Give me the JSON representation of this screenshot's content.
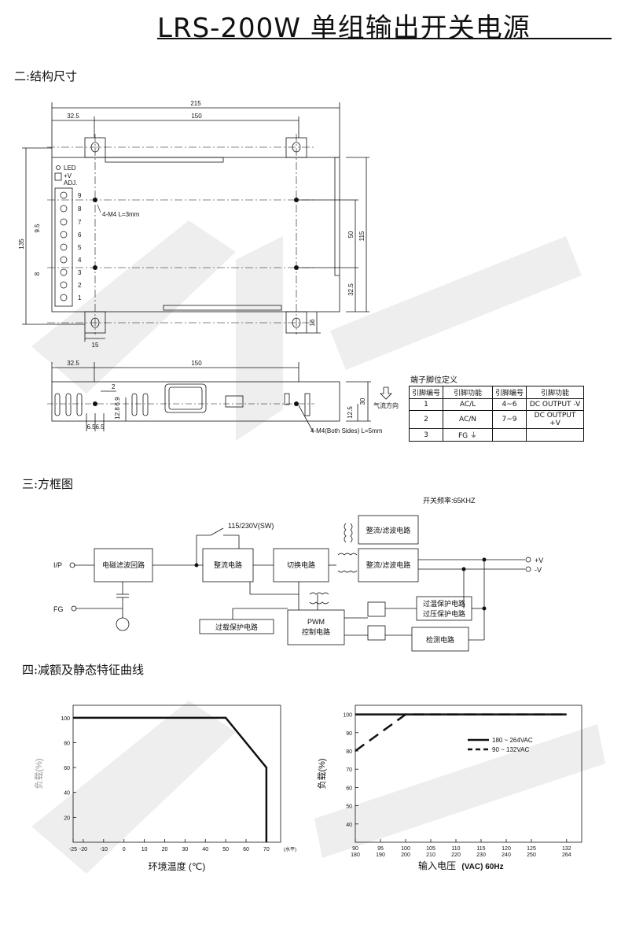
{
  "title": "LRS-200W  单组输出开关电源",
  "sections": {
    "structure": "二:结构尺寸",
    "block": "三:方框图",
    "derating": "四:减额及静态特征曲线"
  },
  "dims": {
    "d215": "215",
    "d32_5": "32.5",
    "d150": "150",
    "d135": "135",
    "d115": "115",
    "d50": "50",
    "d32_5b": "32.5",
    "d16": "16",
    "d15": "15",
    "d9_5": "9.5",
    "d8": "8",
    "m4": "4-M4 L=3mm",
    "led": "LED",
    "plusv": "+V",
    "adj": "ADJ.",
    "side32_5": "32.5",
    "side150": "150",
    "d2": "2",
    "d6_9": "6.9",
    "d12_8": "12.8",
    "d6_5a": "6.5",
    "d6_5b": "6.5",
    "d12_5": "12.5",
    "d30": "30",
    "m4both": "4-M4(Both Sides) L=5mm",
    "airflow": "气流方向",
    "terminals": [
      "9",
      "8",
      "7",
      "6",
      "5",
      "4",
      "3",
      "2",
      "1"
    ]
  },
  "pin_table": {
    "caption": "端子脚位定义",
    "headers": [
      "引脚编号",
      "引脚功能",
      "引脚编号",
      "引脚功能"
    ],
    "rows": [
      [
        "1",
        "AC/L",
        "4~6",
        "DC OUTPUT -V"
      ],
      [
        "2",
        "AC/N",
        "7~9",
        "DC OUTPUT +V"
      ],
      [
        "3",
        "FG ⏚",
        "",
        ""
      ]
    ]
  },
  "block_diagram": {
    "freq": "开关频率:65KHZ",
    "ip": "I/P",
    "fg": "FG",
    "sw": "115/230V(SW)",
    "emi": "电磁滤波回路",
    "rect1": "整流电路",
    "switch": "切换电路",
    "rect_top": "整流/滤波电路",
    "rect_main": "整流/滤波电路",
    "plus": "+V",
    "minus": "-V",
    "otp": "过温保护电路",
    "ovp": "过压保护电路",
    "olp": "过载保护电路",
    "pwm1": "PWM",
    "pwm2": "控制电路",
    "detect": "检测电路"
  },
  "chart_data": [
    {
      "type": "line",
      "ylabel": "负载(%)",
      "xlabel": "环境温度 (℃)",
      "x_ticks": [
        "-25",
        "-20",
        "-10",
        "0",
        "10",
        "20",
        "30",
        "40",
        "50",
        "60",
        "70"
      ],
      "x_unit": "(水平)",
      "y_ticks": [
        "20",
        "40",
        "60",
        "80",
        "100"
      ],
      "xlim": [
        -25,
        77
      ],
      "ylim": [
        0,
        110
      ],
      "series": [
        {
          "x": [
            -25,
            50,
            70,
            70
          ],
          "y": [
            100,
            100,
            60,
            0
          ]
        }
      ]
    },
    {
      "type": "line",
      "ylabel": "负载(%)",
      "xlabel_cn": "输入电压",
      "xlabel_en": "(VAC) 60Hz",
      "x_ticks_top": [
        "90",
        "95",
        "100",
        "105",
        "110",
        "115",
        "120",
        "125",
        "132"
      ],
      "x_ticks_bottom": [
        "180",
        "190",
        "200",
        "210",
        "220",
        "230",
        "240",
        "250",
        "264"
      ],
      "x_ticks_top2": [
        "90",
        "95",
        "100",
        "105",
        "110",
        "115",
        "120",
        "125",
        "132"
      ],
      "y_ticks": [
        "40",
        "50",
        "60",
        "70",
        "80",
        "90",
        "100"
      ],
      "xlim": [
        90,
        135
      ],
      "ylim": [
        30,
        105
      ],
      "series": [
        {
          "name": "180 ~ 264VAC",
          "style": "solid",
          "x": [
            90,
            132
          ],
          "y": [
            100,
            100
          ]
        },
        {
          "name": "90 ~ 132VAC",
          "style": "dashed",
          "x": [
            90,
            100,
            132
          ],
          "y": [
            80,
            100,
            100
          ]
        }
      ]
    }
  ]
}
